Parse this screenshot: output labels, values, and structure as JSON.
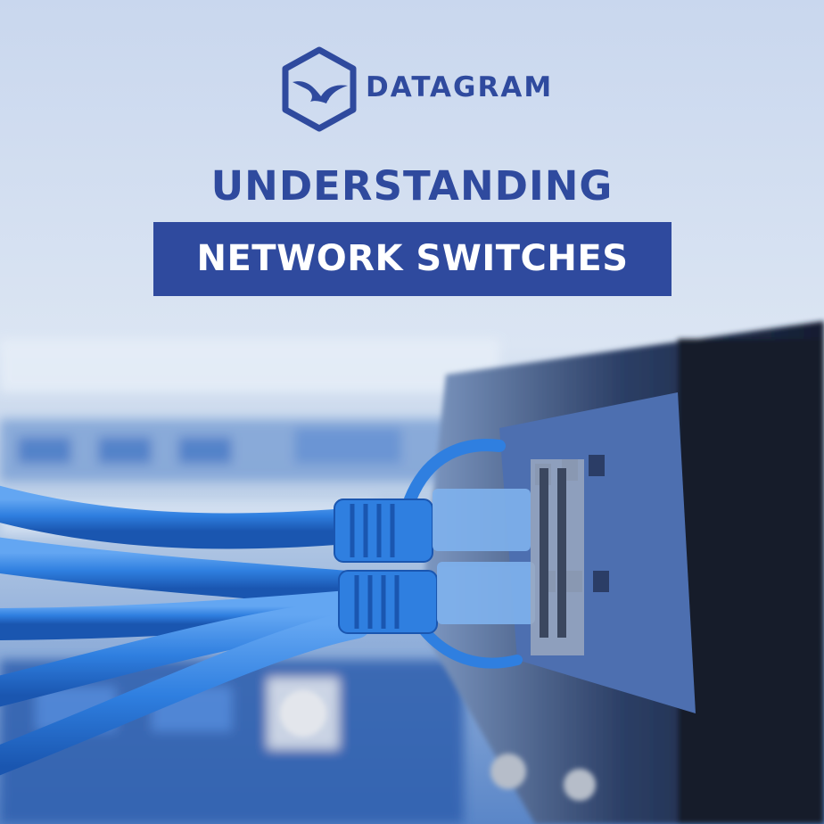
{
  "brand": {
    "name": "DATAGRAM",
    "logo_icon": "bird-in-hexagon-icon"
  },
  "headline": "UNDERSTANDING",
  "subheadline": "NETWORK SWITCHES",
  "colors": {
    "brand_blue": "#2f4a9e",
    "sky_top": "#c9d7ee",
    "cable_blue": "#2f7fe0",
    "switch_dark": "#1c2c48"
  }
}
